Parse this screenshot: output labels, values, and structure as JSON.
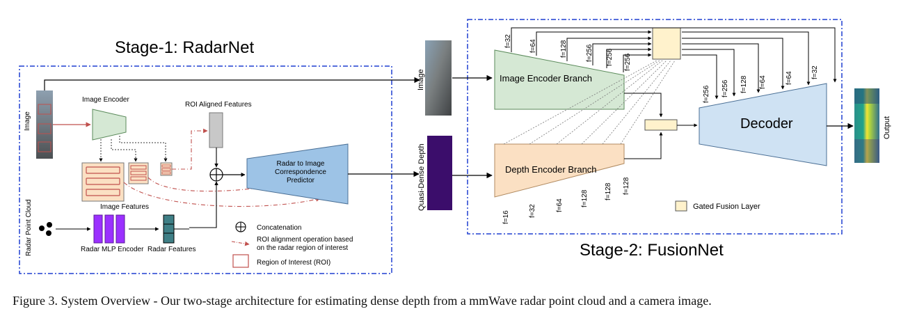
{
  "stage1": {
    "title": "Stage-1: RadarNet",
    "image_label": "Image",
    "image_encoder": "Image Encoder",
    "roi_aligned_features": "ROI Aligned Features",
    "radar_to_image_line1": "Radar to Image",
    "radar_to_image_line2": "Correspondence",
    "radar_to_image_line3": "Predictor",
    "image_features": "Image Features",
    "radar_point_cloud": "Radar Point Cloud",
    "radar_mlp_encoder": "Radar MLP Encoder",
    "radar_features": "Radar Features",
    "legend": {
      "concatenation": "Concatenation",
      "roi_alignment_line1": "ROI alignment operation based",
      "roi_alignment_line2": "on the radar region of interest",
      "region_of_interest": "Region of Interest (ROI)"
    }
  },
  "stage2": {
    "title": "Stage-2: FusionNet",
    "image_label": "Image",
    "quasi_dense_depth": "Quasi-Dense Depth",
    "image_encoder_branch": "Image Encoder Branch",
    "depth_encoder_branch": "Depth Encoder Branch",
    "decoder": "Decoder",
    "output": "Output",
    "gated_fusion_layer": "Gated Fusion Layer",
    "image_branch_filters": [
      "f=32",
      "f=64",
      "f=128",
      "f=256",
      "f=256",
      "f=256"
    ],
    "decoder_filters": [
      "f=256",
      "f=256",
      "f=128",
      "f=64",
      "f=64",
      "f=32"
    ],
    "depth_branch_filters": [
      "f=16",
      "f=32",
      "f=64",
      "f=128",
      "f=128",
      "f=128"
    ]
  },
  "caption": "Figure 3. System Overview - Our two-stage architecture for estimating dense depth from a mmWave radar point cloud and a camera image.",
  "colors": {
    "encoder_green": "#d5e8d4",
    "depth_orange": "#fbe0c3",
    "decoder_blue": "#cfe2f3",
    "predictor_blue": "#9dc3e6",
    "gated_fusion": "#fff2cc",
    "radar_purple": "#9b30ff",
    "radar_feature_teal": "#3f7f86",
    "roi_red": "#c0504d",
    "frame_blue": "#1f3fd0"
  }
}
